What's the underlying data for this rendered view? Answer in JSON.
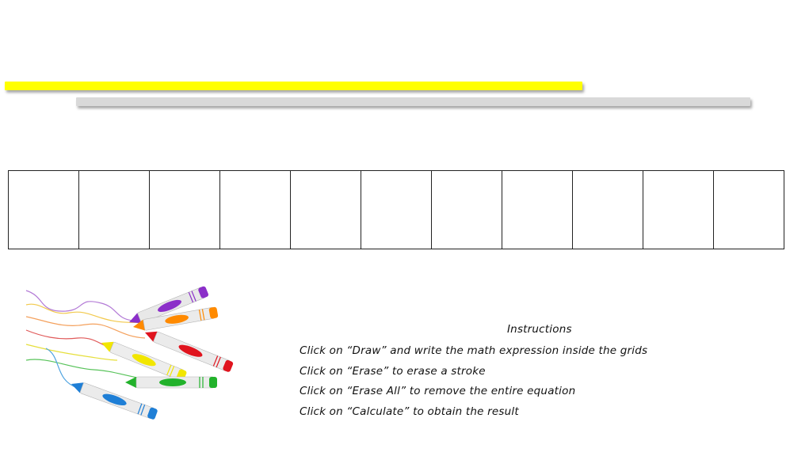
{
  "bars": {
    "primary_color": "#ffff00",
    "secondary_color": "#d9d9d9"
  },
  "grid": {
    "cell_count": 11,
    "border_color": "#222222"
  },
  "illustration": {
    "icon": "crayons-icon",
    "colors": [
      "#8b2fc9",
      "#ff8a00",
      "#e0141e",
      "#f2e600",
      "#22b22b",
      "#1f7fd6"
    ]
  },
  "instructions": {
    "title": "Instructions",
    "lines": [
      "Click on “Draw” and write the math expression inside the grids",
      "Click on “Erase” to erase a stroke",
      "Click on “Erase All” to remove the entire equation",
      "Click on “Calculate” to obtain the result"
    ]
  }
}
